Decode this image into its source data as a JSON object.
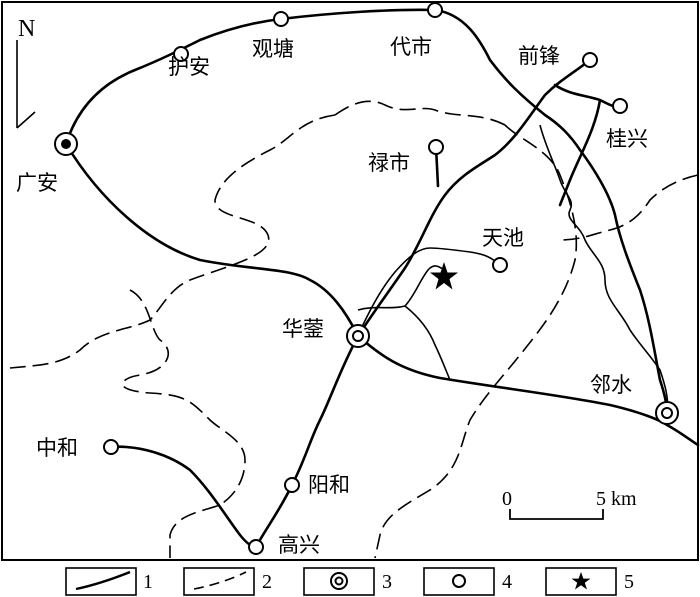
{
  "north": "N",
  "places": {
    "guangan": "广安",
    "huan": "护安",
    "guantang": "观塘",
    "daishi": "代市",
    "qianfeng": "前锋",
    "guixing": "桂兴",
    "lushi": "禄市",
    "tianchi": "天池",
    "huaying": "华蓥",
    "linshui": "邻水",
    "zhonghe": "中和",
    "yanghe": "阳和",
    "gaoxing": "高兴"
  },
  "scale": {
    "zero": "0",
    "distance": "5 km"
  },
  "legend": [
    {
      "number": "1",
      "symbol": "road-line"
    },
    {
      "number": "2",
      "symbol": "dashed-boundary"
    },
    {
      "number": "3",
      "symbol": "double-circle"
    },
    {
      "number": "4",
      "symbol": "open-circle"
    },
    {
      "number": "5",
      "symbol": "star"
    }
  ]
}
